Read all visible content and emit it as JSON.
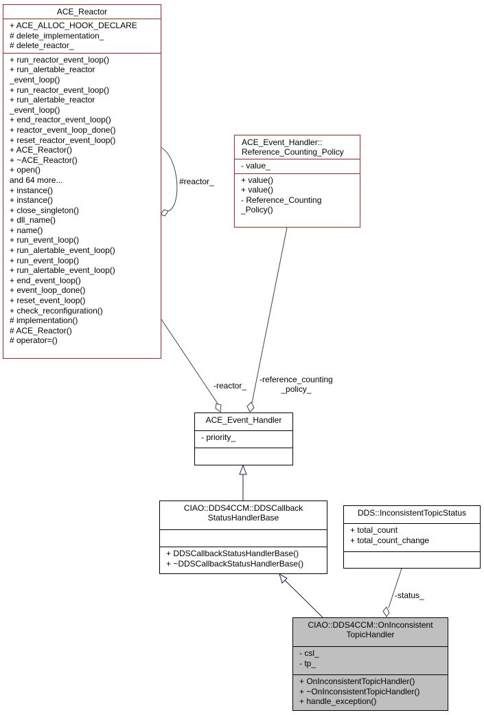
{
  "classes": {
    "ace_reactor": {
      "title": [
        "ACE_Reactor"
      ],
      "attributes": [
        "+ ACE_ALLOC_HOOK_DECLARE",
        "# delete_implementation_",
        "# delete_reactor_"
      ],
      "methods": [
        "+ run_reactor_event_loop()",
        "+ run_alertable_reactor",
        "_event_loop()",
        "+ run_reactor_event_loop()",
        "+ run_alertable_reactor",
        "_event_loop()",
        "+ end_reactor_event_loop()",
        "+ reactor_event_loop_done()",
        "+ reset_reactor_event_loop()",
        "+ ACE_Reactor()",
        "+ ~ACE_Reactor()",
        "+ open()",
        "and 64 more...",
        "+ instance()",
        "+ instance()",
        "+ close_singleton()",
        "+ dll_name()",
        "+ name()",
        "+ run_event_loop()",
        "+ run_alertable_event_loop()",
        "+ run_event_loop()",
        "+ run_alertable_event_loop()",
        "+ end_event_loop()",
        "+ event_loop_done()",
        "+ reset_event_loop()",
        "+ check_reconfiguration()",
        "# implementation()",
        "# ACE_Reactor()",
        "# operator=()"
      ]
    },
    "ref_counting_policy": {
      "title": [
        "ACE_Event_Handler::",
        "Reference_Counting_Policy"
      ],
      "attributes": [
        "- value_"
      ],
      "methods": [
        "+ value()",
        "+ value()",
        "- Reference_Counting",
        "_Policy()"
      ]
    },
    "ace_event_handler": {
      "title": [
        "ACE_Event_Handler"
      ],
      "attributes": [
        "- priority_"
      ],
      "methods": []
    },
    "dds_callback_base": {
      "title": [
        "CIAO::DDS4CCM::DDSCallback",
        "StatusHandlerBase"
      ],
      "attributes": [],
      "methods": [
        "+ DDSCallbackStatusHandlerBase()",
        "+ ~DDSCallbackStatusHandlerBase()"
      ]
    },
    "inconsistent_topic_status": {
      "title": [
        "DDS::InconsistentTopicStatus"
      ],
      "attributes": [
        "+ total_count",
        "+ total_count_change"
      ],
      "methods": []
    },
    "on_inconsistent_topic_handler": {
      "title": [
        "CIAO::DDS4CCM::OnInconsistent",
        "TopicHandler"
      ],
      "attributes": [
        "- csl_",
        "- tp_"
      ],
      "methods": [
        "+ OnInconsistentTopicHandler()",
        "+ ~OnInconsistentTopicHandler()",
        "+ handle_exception()"
      ]
    }
  },
  "edge_labels": {
    "self_reactor": [
      "#reactor_"
    ],
    "reactor": [
      "-reactor_"
    ],
    "reference_counting_policy": [
      "-reference_counting",
      "_policy_"
    ],
    "status": [
      "-status_"
    ]
  },
  "colors": {
    "composition_line": "#404040",
    "inheritance_line": "#191970",
    "highlight_border": "#e31a1c",
    "focus_fill": "#bfbfbf"
  }
}
